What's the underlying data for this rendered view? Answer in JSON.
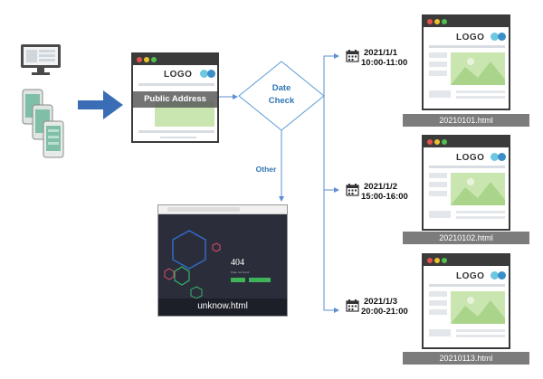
{
  "center": {
    "logo": "LOGO",
    "label": "Public Address"
  },
  "decision": {
    "line1": "Date",
    "line2": "Check"
  },
  "other_label": "Other",
  "error_page": {
    "code": "404",
    "sub": "Page not found",
    "caption": "unknow.html"
  },
  "branches": [
    {
      "date": "2021/1/1",
      "time": "10:00-11:00",
      "logo": "LOGO",
      "file": "20210101.html"
    },
    {
      "date": "2021/1/2",
      "time": "15:00-16:00",
      "logo": "LOGO",
      "file": "20210102.html"
    },
    {
      "date": "2021/1/3",
      "time": "20:00-21:00",
      "logo": "LOGO",
      "file": "20210113.html"
    }
  ],
  "colors": {
    "arrow_main": "#3a6db5",
    "connector": "#5b8fd1",
    "diamond_stroke": "#5b9bd5",
    "hero_green": "#c9e6b0",
    "caption_gray": "#7c7c7c"
  }
}
